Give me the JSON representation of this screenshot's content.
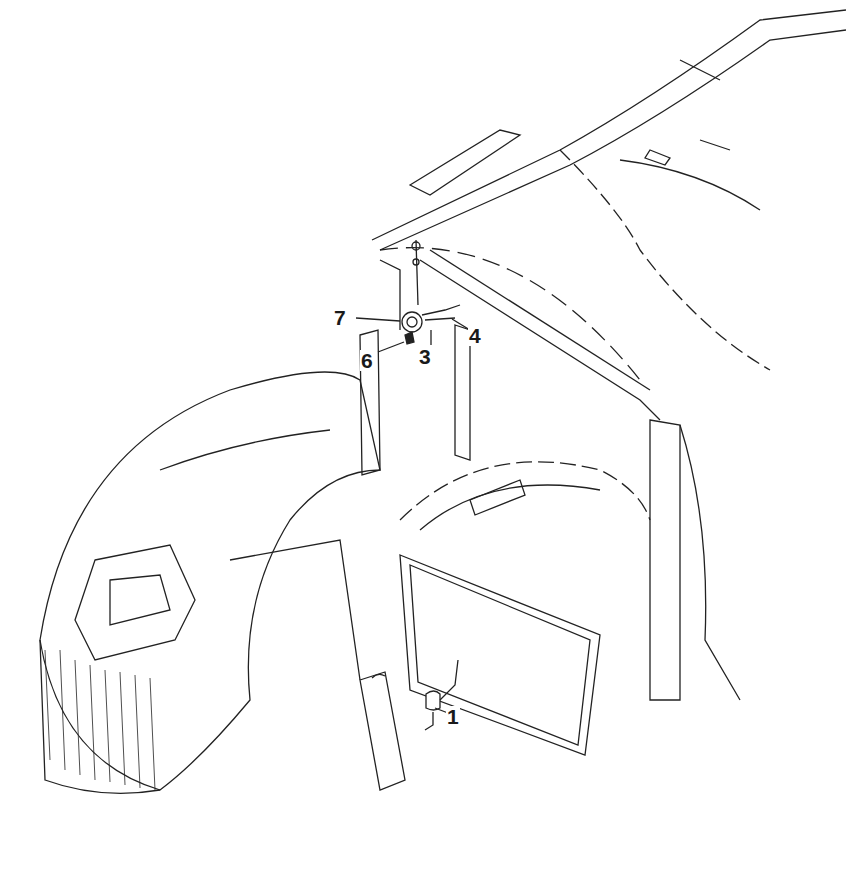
{
  "diagram": {
    "labels": [
      "7",
      "6",
      "3",
      "4",
      "1"
    ]
  }
}
